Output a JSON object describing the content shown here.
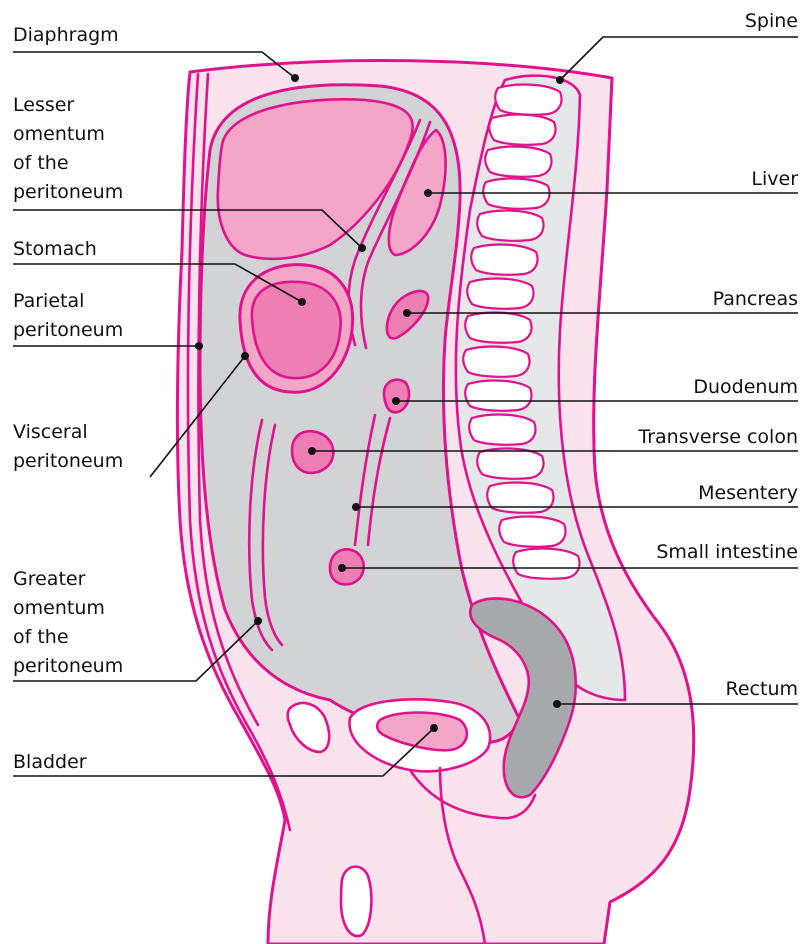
{
  "colors": {
    "outline": "#e0138c",
    "skin": "#fbe3ee",
    "cavity": "#d2d3d5",
    "organ": "#f4a6c8",
    "organ_dark": "#ee7fb2",
    "spine_fill": "#e6e7e8",
    "rectum": "#a7a9ac",
    "label_text": "#111111"
  },
  "labels": {
    "diaphragm": [
      "Diaphragm"
    ],
    "lesser_omentum": [
      "Lesser",
      "omentum",
      "of the",
      "peritoneum"
    ],
    "stomach": [
      "Stomach"
    ],
    "parietal": [
      "Parietal",
      "peritoneum"
    ],
    "visceral": [
      "Visceral",
      "peritoneum"
    ],
    "greater_omentum": [
      "Greater",
      "omentum",
      "of the",
      "peritoneum"
    ],
    "bladder": [
      "Bladder"
    ],
    "spine": [
      "Spine"
    ],
    "liver": [
      "Liver"
    ],
    "pancreas": [
      "Pancreas"
    ],
    "duodenum": [
      "Duodenum"
    ],
    "transverse_colon": [
      "Transverse colon"
    ],
    "mesentery": [
      "Mesentery"
    ],
    "small_intestine": [
      "Small intestine"
    ],
    "rectum": [
      "Rectum"
    ]
  }
}
